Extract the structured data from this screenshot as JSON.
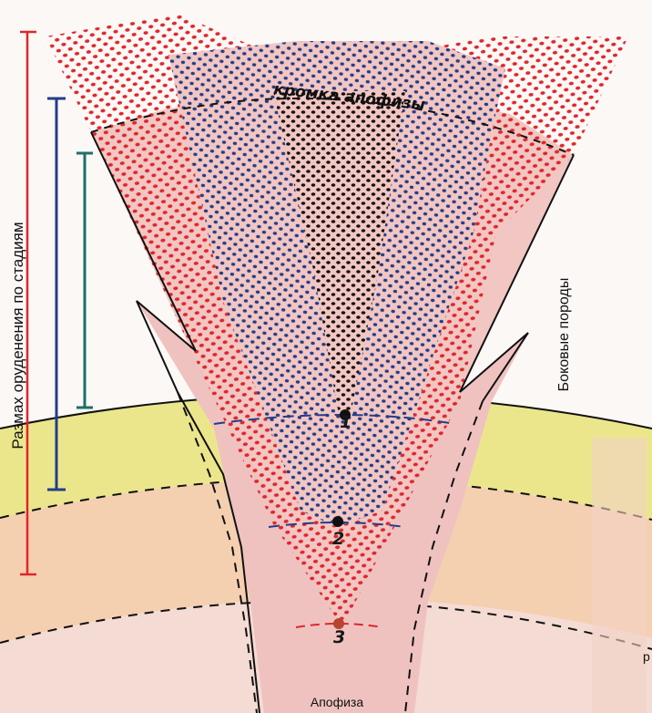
{
  "labels": {
    "y_axis": "Размах оруденения по стадиям",
    "side_rocks": "Боковые породы",
    "apophysis": "Апофиза",
    "edge": "кромка апофизы",
    "cut_letter": "р"
  },
  "points": [
    {
      "label": "1"
    },
    {
      "label": "2"
    },
    {
      "label": "3"
    }
  ],
  "colors": {
    "red": "#e0262b",
    "blue": "#223d8a",
    "teal": "#1f6e6a",
    "black": "#111111",
    "yellow_band": "#e9e58a",
    "orange_band": "#f3c7a2",
    "pink_body": "#efc2c0"
  }
}
